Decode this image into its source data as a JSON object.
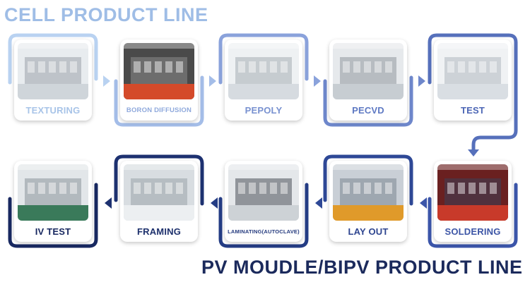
{
  "titles": {
    "top": "CELL PRODUCT LINE",
    "bottom": "PV MOUDLE/BIPV PRODUCT LINE"
  },
  "colors": {
    "top_title": "#9fbde6",
    "bottom_title": "#1b2a5c",
    "row1_gradient": [
      "#b9d2f1",
      "#a4bde8",
      "#8aa2db",
      "#6e87cb",
      "#5670bb"
    ],
    "row2_gradient": [
      "#3b55a9",
      "#2e4896",
      "#243c84",
      "#1d3170",
      "#182860"
    ]
  },
  "cell_line": {
    "steps": [
      {
        "label": "TEXTURING",
        "icon": "cleanroom-machines-photo",
        "label_color": "#a8c4e8"
      },
      {
        "label": "BORON DIFFUSION",
        "icon": "diffusion-furnace-photo",
        "label_color": "#8fa9dc"
      },
      {
        "label": "PEPOLY",
        "icon": "cleanroom-equipment-photo",
        "label_color": "#7891d0"
      },
      {
        "label": "PECVD",
        "icon": "pecvd-machine-photo",
        "label_color": "#5e79c3"
      },
      {
        "label": "TEST",
        "icon": "test-line-photo",
        "label_color": "#4c66b5"
      }
    ]
  },
  "module_line": {
    "steps": [
      {
        "label": "SOLDERING",
        "icon": "soldering-robot-photo",
        "label_color": "#3c55a6"
      },
      {
        "label": "LAY OUT",
        "icon": "layout-robot-photo",
        "label_color": "#2e4590"
      },
      {
        "label": "LAMINATING(AUTOCLAVE)",
        "icon": "laminator-photo",
        "label_color": "#243a7e"
      },
      {
        "label": "FRAMING",
        "icon": "framing-station-photo",
        "label_color": "#1d306c"
      },
      {
        "label": "IV TEST",
        "icon": "iv-tester-photo",
        "label_color": "#182860"
      }
    ]
  }
}
